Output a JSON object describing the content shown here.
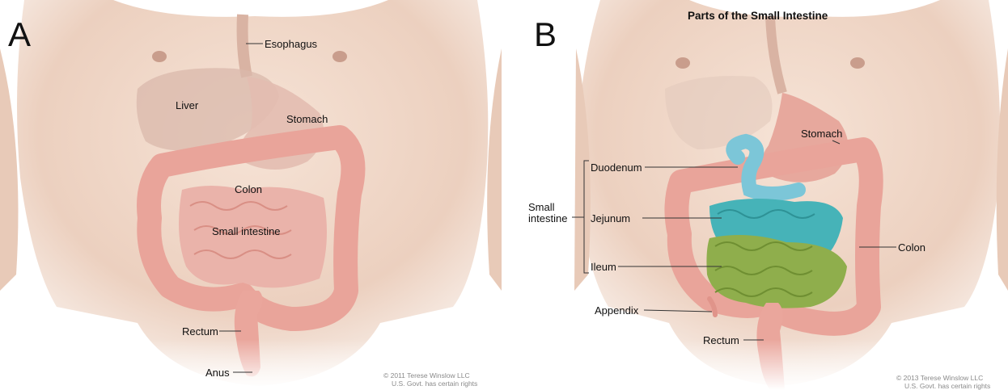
{
  "panel_a": {
    "letter": "A",
    "labels": {
      "esophagus": "Esophagus",
      "liver": "Liver",
      "stomach": "Stomach",
      "colon": "Colon",
      "small_intestine": "Small intestine",
      "rectum": "Rectum",
      "anus": "Anus"
    },
    "credit_line1": "© 2011 Terese Winslow LLC",
    "credit_line2": "U.S. Govt. has certain rights"
  },
  "panel_b": {
    "letter": "B",
    "title": "Parts of the Small Intestine",
    "labels": {
      "stomach": "Stomach",
      "duodenum": "Duodenum",
      "small_intestine_line1": "Small",
      "small_intestine_line2": "intestine",
      "jejunum": "Jejunum",
      "ileum": "Ileum",
      "colon": "Colon",
      "appendix": "Appendix",
      "rectum": "Rectum"
    },
    "credit_line1": "© 2013 Terese Winslow LLC",
    "credit_line2": "U.S. Govt. has certain rights"
  },
  "colors": {
    "skin": "#efd6c6",
    "colon": "#e9a49a",
    "duodenum": "#7cc6d8",
    "jejunum": "#46b3b8",
    "ileum": "#8fae4c"
  }
}
